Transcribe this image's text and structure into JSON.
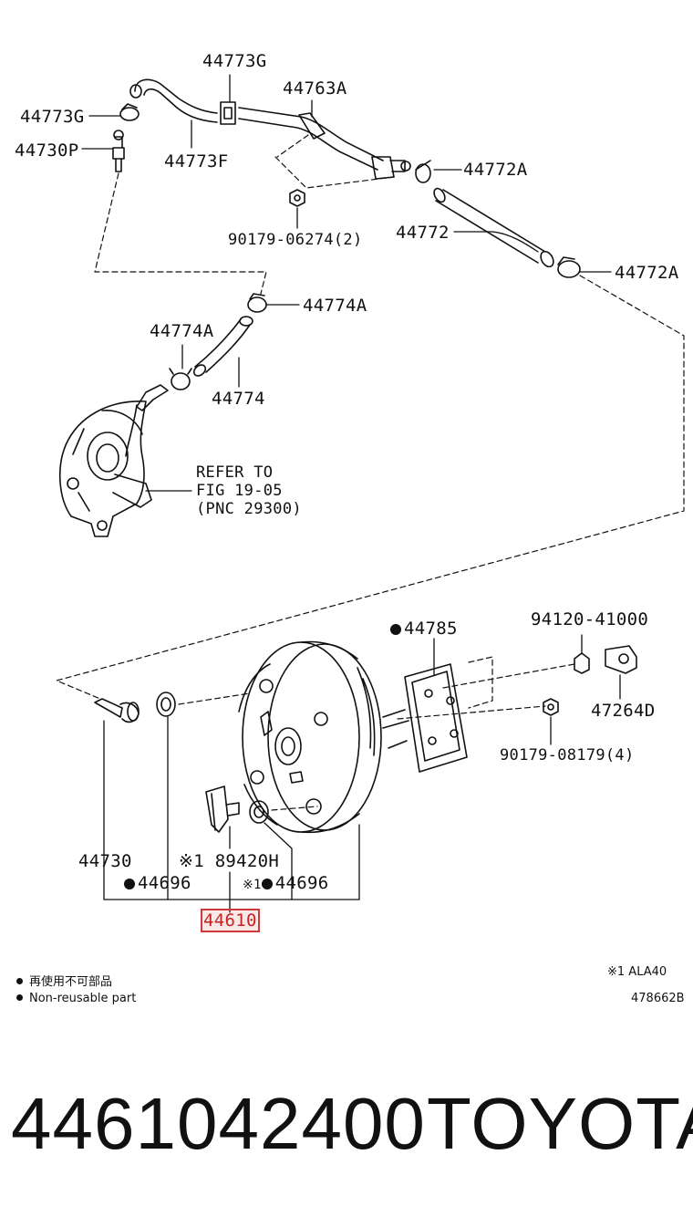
{
  "labels": {
    "l_44773G_top": "44773G",
    "l_44763A": "44763A",
    "l_44773G_left": "44773G",
    "l_44730P": "44730P",
    "l_44773F": "44773F",
    "l_44772A_1": "44772A",
    "l_90179_06274": "90179-06274(2)",
    "l_44772": "44772",
    "l_44772A_2": "44772A",
    "l_44774A_1": "44774A",
    "l_44774A_2": "44774A",
    "l_44774": "44774",
    "refer_1": "REFER TO",
    "refer_2": "FIG 19-05",
    "refer_3": "(PNC 29300)",
    "l_44785": "44785",
    "l_94120": "94120-41000",
    "l_47264D": "47264D",
    "l_90179_08179": "90179-08179(4)",
    "l_44730": "44730",
    "l_89420H": "※1 89420H",
    "l_44696_a": "44696",
    "l_44696_b_prefix": "※1",
    "l_44696_b": "44696",
    "l_44610": "44610"
  },
  "legend": {
    "line1": "再使用不可部品",
    "line2": "Non-reusable part"
  },
  "footnote": "※1 ALA40",
  "figure_id": "478662B",
  "title_part_number": "4461042400",
  "title_brand": "TOYOTA",
  "colors": {
    "highlight": "#d23a3a",
    "ink": "#111111"
  }
}
